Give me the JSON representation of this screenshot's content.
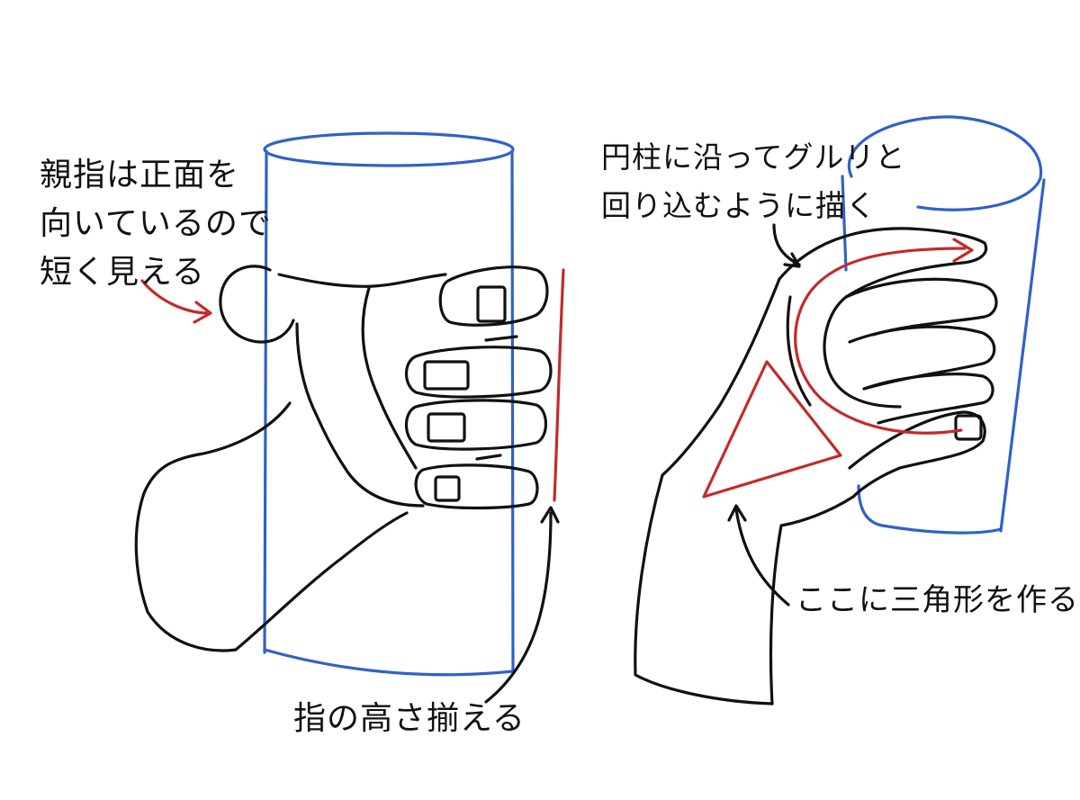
{
  "colors": {
    "ink": "#111111",
    "cylinder": "#2f62c7",
    "accent": "#c42a2a",
    "paper": "#ffffff"
  },
  "annotations": {
    "thumb_note": [
      "親指は正面を",
      "向いているので",
      "短く見える"
    ],
    "finger_height_note": "指の高さ揃える",
    "wrap_note": [
      "円柱に沿ってグルリと",
      "回り込むように描く"
    ],
    "triangle_note": "ここに三角形を作る"
  }
}
